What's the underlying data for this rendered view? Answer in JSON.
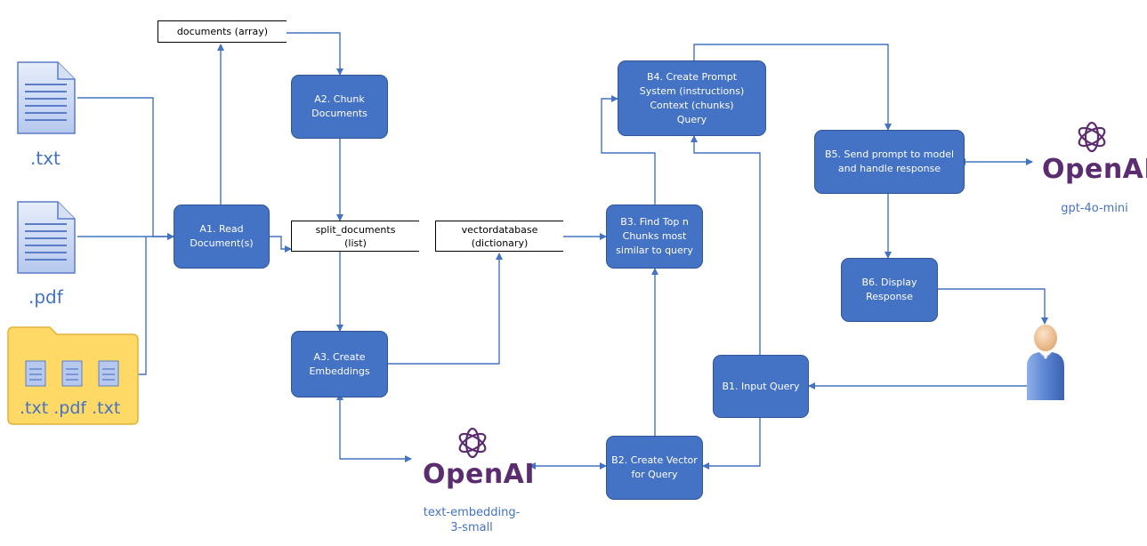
{
  "files": {
    "txt_label": ".txt",
    "pdf_label": ".pdf",
    "folder_label": ".txt .pdf .txt"
  },
  "stores": {
    "documents": "documents (array)",
    "split_documents": "split_documents\n(list)",
    "vectordatabase": "vectordatabase\n(dictionary)"
  },
  "steps": {
    "a1": "A1. Read\nDocument(s)",
    "a2": "A2. Chunk\nDocuments",
    "a3": "A3. Create\nEmbeddings",
    "b1": "B1. Input Query",
    "b2": "B2. Create Vector\nfor Query",
    "b3": "B3. Find Top n\nChunks most\nsimilar to query",
    "b4": "B4. Create Prompt\nSystem (instructions)\nContext (chunks)\nQuery",
    "b5": "B5. Send prompt to model\nand handle response",
    "b6": "B6. Display\nResponse"
  },
  "openai": {
    "embedding": {
      "brand": "OpenAI",
      "model": "text-embedding-\n3-small"
    },
    "chat": {
      "brand": "OpenAI",
      "model": "gpt-4o-mini"
    }
  },
  "colors": {
    "box": "#4472C4",
    "box_border": "#2F5597",
    "arrow": "#4472C4",
    "openai": "#5B2C6F",
    "folder": "#FFD966"
  }
}
